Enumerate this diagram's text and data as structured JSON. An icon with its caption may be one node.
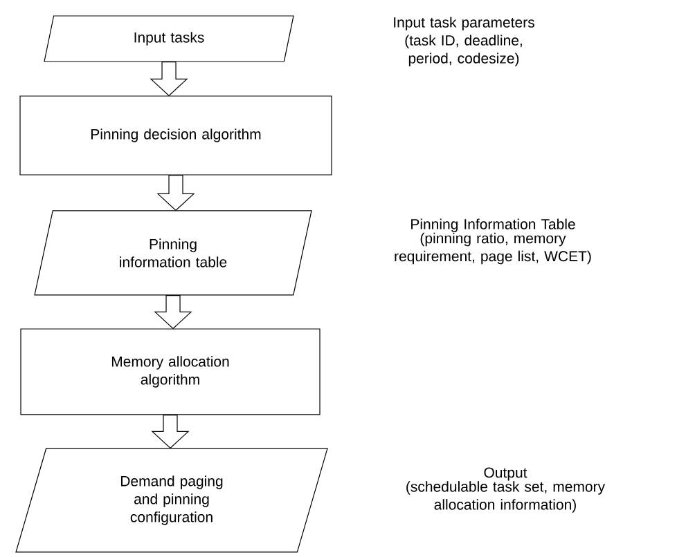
{
  "diagram": {
    "nodes": [
      {
        "text": [
          "Input tasks"
        ]
      },
      {
        "text": [
          "Pinning decision algorithm"
        ]
      },
      {
        "text": [
          "Pinning information table"
        ]
      },
      {
        "text": [
          "Memory allocation algorithm"
        ]
      },
      {
        "text": [
          "Demand paging and pinning configuration"
        ]
      }
    ],
    "labels": [
      "Input task parameters (task ID, deadline, period, codesize)",
      "Pinning Information Table",
      "(pinning ratio, memory requirement, page list, WCET)",
      "Output",
      "(schedulable task set, memory allocation information)"
    ],
    "edges": [
      {
        "from": 0,
        "to": 1,
        "arrow": "to"
      },
      {
        "from": 1,
        "to": 2,
        "arrow": "to"
      },
      {
        "from": 2,
        "to": 3,
        "arrow": "to"
      },
      {
        "from": 3,
        "to": 4,
        "arrow": "to"
      }
    ]
  }
}
